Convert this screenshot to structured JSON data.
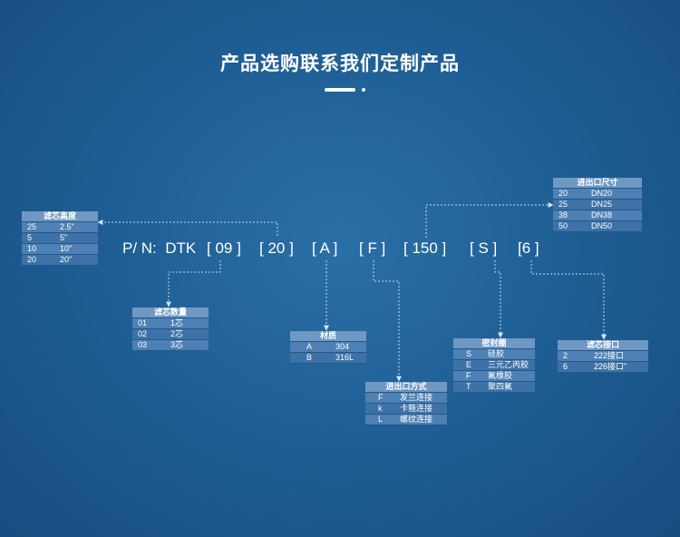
{
  "title": "产品选购联系我们定制产品",
  "part_number": {
    "prefix": "P/ N:  DTK",
    "segments": [
      "[ 09 ]",
      "[ 20 ]",
      "[ A ]",
      "[ F ]",
      "[ 150 ]",
      "[ S ]",
      "[6 ]"
    ]
  },
  "tables": {
    "height": {
      "title": "滤芯高度",
      "rows": [
        [
          "25",
          "2.5\""
        ],
        [
          "5",
          "5\""
        ],
        [
          "10",
          "10\""
        ],
        [
          "20",
          "20\""
        ]
      ]
    },
    "count": {
      "title": "滤芯数量",
      "rows": [
        [
          "01",
          "1芯"
        ],
        [
          "02",
          "2芯"
        ],
        [
          "03",
          "3芯"
        ]
      ]
    },
    "material": {
      "title": "材质",
      "rows": [
        [
          "A",
          "304"
        ],
        [
          "B",
          "316L"
        ]
      ]
    },
    "connection": {
      "title": "进出口方式",
      "rows": [
        [
          "F",
          "发兰连接"
        ],
        [
          "k",
          "卡箍连接"
        ],
        [
          "L",
          "螺纹连接"
        ]
      ]
    },
    "seal": {
      "title": "密封圈",
      "rows": [
        [
          "S",
          "硅胶"
        ],
        [
          "E",
          "三元乙丙胶"
        ],
        [
          "F",
          "氟橡胶"
        ],
        [
          "T",
          "聚四氟"
        ]
      ]
    },
    "cartridge": {
      "title": "滤芯接口",
      "rows": [
        [
          "2",
          "222接口"
        ],
        [
          "6",
          "226接口\""
        ]
      ]
    },
    "port_size": {
      "title": "进出口尺寸",
      "rows": [
        [
          "20",
          "DN20"
        ],
        [
          "25",
          "DN25"
        ],
        [
          "38",
          "DN38"
        ],
        [
          "50",
          "DN50"
        ]
      ]
    }
  }
}
